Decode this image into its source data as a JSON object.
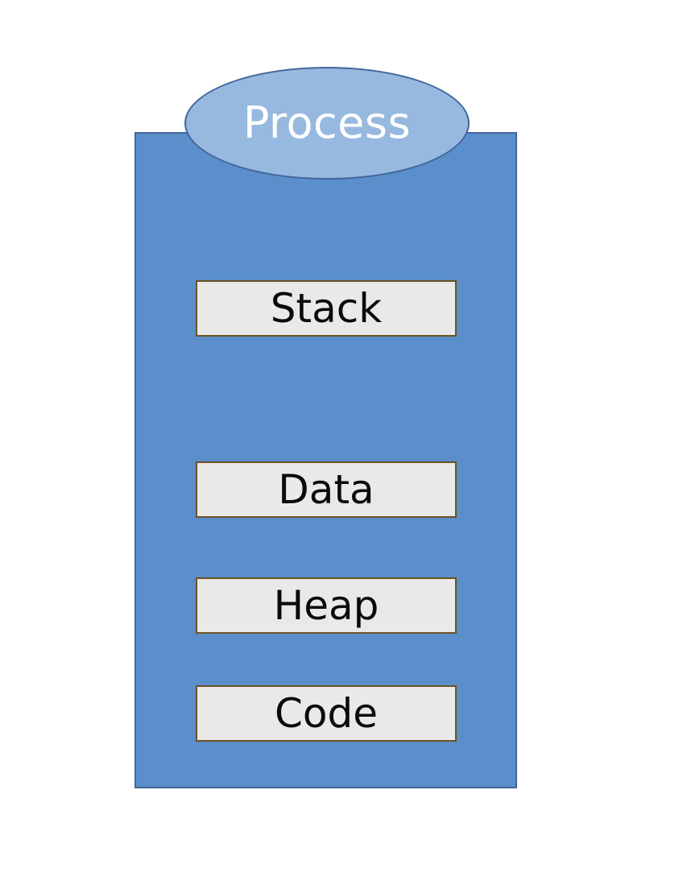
{
  "process": {
    "title": "Process",
    "fill_color": "#5b8fcb",
    "ellipse_color": "#97b9e0"
  },
  "segments": [
    {
      "label": "Stack"
    },
    {
      "label": "Data"
    },
    {
      "label": "Heap"
    },
    {
      "label": "Code"
    }
  ],
  "segment_fill_color": "#e9e9e9",
  "segment_border_color": "#6b5320"
}
